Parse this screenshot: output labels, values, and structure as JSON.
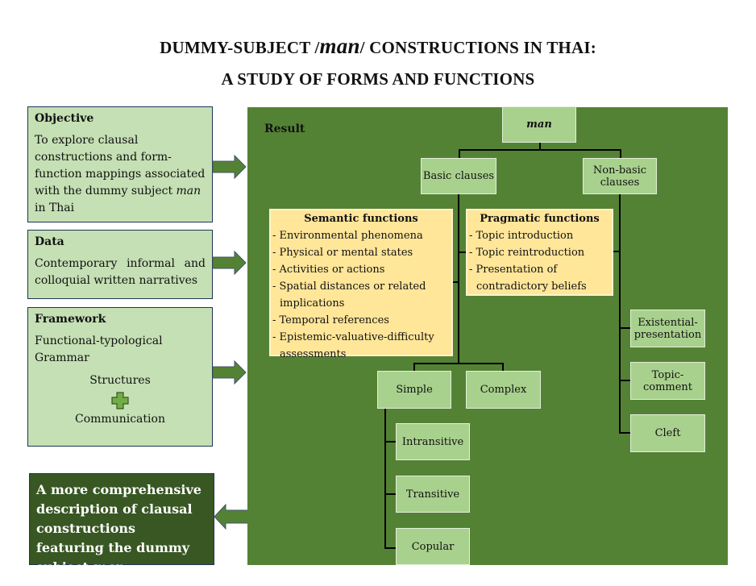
{
  "title": {
    "line1_pre": "DUMMY-SUBJECT /",
    "line1_italic": "man",
    "line1_post": "/ CONSTRUCTIONS IN THAI:",
    "line2": "A STUDY OF FORMS AND FUNCTIONS"
  },
  "left": {
    "objective": {
      "heading": "Objective",
      "text_pre": "To explore clausal constructions and form-function mappings associated with the dummy subject ",
      "text_italic": "man",
      "text_post": " in Thai"
    },
    "data": {
      "heading": "Data",
      "text": "Contemporary informal and colloquial written narratives"
    },
    "framework": {
      "heading": "Framework",
      "text": "Functional-typological Grammar",
      "structures": "Structures",
      "plus_icon": "plus-icon",
      "communication": "Communication"
    },
    "outcome": {
      "text_pre": "A more comprehensive description of clausal constructions featuring the dummy subject ",
      "text_italic": "man"
    }
  },
  "result": {
    "label": "Result",
    "root": "man",
    "basic": "Basic clauses",
    "nonbasic": "Non-basic clauses",
    "semantic": {
      "heading": "Semantic functions",
      "items": [
        "- Environmental phenomena",
        "- Physical or mental states",
        "- Activities or actions",
        "- Spatial distances or related",
        "implications",
        "- Temporal references",
        "- Epistemic-valuative-difficulty",
        "assessments"
      ]
    },
    "pragmatic": {
      "heading": "Pragmatic functions",
      "items": [
        "- Topic introduction",
        "- Topic reintroduction",
        "- Presentation of",
        "contradictory beliefs"
      ]
    },
    "simple": "Simple",
    "complex": "Complex",
    "simple_children": [
      "Intransitive",
      "Transitive",
      "Copular"
    ],
    "nonbasic_children": [
      "Existential-presentation",
      "Topic-comment",
      "Cleft"
    ]
  },
  "colors": {
    "panel": "#548235",
    "node": "#a9d18e",
    "left_box": "#c5e0b4",
    "function_box": "#ffe699",
    "outcome_box": "#385723"
  }
}
